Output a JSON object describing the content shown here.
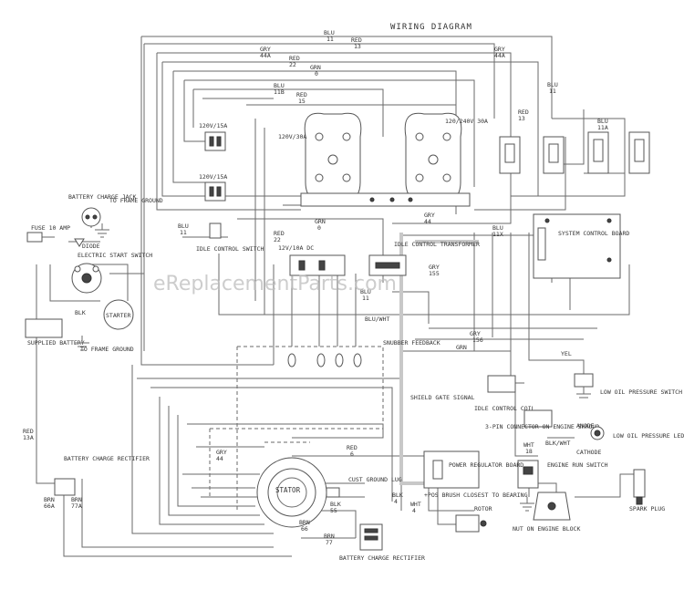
{
  "title": "WIRING DIAGRAM",
  "watermark": "eReplacementParts.com",
  "components": {
    "battery_charge_jack": "BATTERY CHARGE JACK",
    "frame_ground_top": "TO FRAME GROUND",
    "diode": "DIODE",
    "fuse": "FUSE 10 AMP",
    "electric_start_switch": "ELECTRIC START SWITCH",
    "starter": "STARTER",
    "supplied_battery": "SUPPLIED BATTERY",
    "frame_ground_low": "TO FRAME GROUND",
    "battery_charge_rectifier_left": "BATTERY CHARGE RECTIFIER",
    "receptacle_120v_top": "120V/15A",
    "receptacle_120v_mid": "120V/15A",
    "receptacle_120v_30a": "120V/30A",
    "receptacle_120_240": "120/240V 30A",
    "idle_control_switch": "IDLE CONTROL SWITCH",
    "idle_control_transformer": "IDLE CONTROL TRANSFORMER",
    "dc_12v": "12V/10A DC",
    "system_control_board": "SYSTEM CONTROL BOARD",
    "snubber_feedback": "SNUBBER FEEDBACK",
    "shield_gate_signal": "SHIELD GATE SIGNAL",
    "idle_control_coil": "IDLE CONTROL COIL",
    "pin3_connector": "3-PIN CONNECTOR ON ENGINE SHROUD",
    "low_oil_pressure_switch": "LOW OIL PRESSURE SWITCH",
    "low_oil_pressure_led": "LOW OIL PRESSURE LED",
    "anode": "ANODE",
    "cathode": "CATHODE",
    "engine_run_switch": "ENGINE RUN SWITCH",
    "stator": "STATOR",
    "rotor": "ROTOR",
    "power_regulator_board": "POWER REGULATOR BOARD",
    "pos_brush": "+POS BRUSH CLOSEST TO BEARING",
    "cust_ground_lug": "CUST GROUND LUG",
    "nut_on_engine_block": "NUT ON ENGINE BLOCK",
    "spark_plug": "SPARK PLUG",
    "battery_charge_rectifier_bottom": "BATTERY CHARGE RECTIFIER"
  },
  "wire_labels": [
    {
      "id": "w1",
      "text": "BLU"
    },
    {
      "id": "w2",
      "text": "11"
    },
    {
      "id": "w3",
      "text": "RED"
    },
    {
      "id": "w4",
      "text": "13"
    },
    {
      "id": "w5",
      "text": "GRY"
    },
    {
      "id": "w6",
      "text": "44A"
    },
    {
      "id": "w7",
      "text": "RED"
    },
    {
      "id": "w8",
      "text": "22"
    },
    {
      "id": "w9",
      "text": "GRN"
    },
    {
      "id": "w10",
      "text": "0"
    },
    {
      "id": "w11",
      "text": "BLU"
    },
    {
      "id": "w12",
      "text": "11B"
    },
    {
      "id": "w13",
      "text": "RED"
    },
    {
      "id": "w14",
      "text": "15"
    },
    {
      "id": "w15",
      "text": "GRY"
    },
    {
      "id": "w16",
      "text": "44A"
    },
    {
      "id": "w17",
      "text": "BLU"
    },
    {
      "id": "w18",
      "text": "11"
    },
    {
      "id": "w19",
      "text": "RED"
    },
    {
      "id": "w20",
      "text": "13"
    },
    {
      "id": "w21",
      "text": "BLU"
    },
    {
      "id": "w22",
      "text": "11A"
    },
    {
      "id": "w23",
      "text": "GRY"
    },
    {
      "id": "w24",
      "text": "44"
    },
    {
      "id": "w25",
      "text": "GRN"
    },
    {
      "id": "w26",
      "text": "0"
    },
    {
      "id": "w27",
      "text": "RED"
    },
    {
      "id": "w28",
      "text": "22"
    },
    {
      "id": "w29",
      "text": "BLU"
    },
    {
      "id": "w30",
      "text": "11X"
    },
    {
      "id": "w31",
      "text": "GRY"
    },
    {
      "id": "w32",
      "text": "156"
    },
    {
      "id": "w33",
      "text": "YEL"
    },
    {
      "id": "w34",
      "text": "BLU/WHT"
    },
    {
      "id": "w35",
      "text": "GRN"
    },
    {
      "id": "w36",
      "text": "BLK"
    },
    {
      "id": "w37",
      "text": "RED"
    },
    {
      "id": "w38",
      "text": "13A"
    },
    {
      "id": "w39",
      "text": "BRN"
    },
    {
      "id": "w40",
      "text": "66A"
    },
    {
      "id": "w41",
      "text": "BRN"
    },
    {
      "id": "w42",
      "text": "77A"
    },
    {
      "id": "w43",
      "text": "RED"
    },
    {
      "id": "w44",
      "text": "6"
    },
    {
      "id": "w45",
      "text": "GRY"
    },
    {
      "id": "w46",
      "text": "44"
    },
    {
      "id": "w47",
      "text": "BLK"
    },
    {
      "id": "w48",
      "text": "55"
    },
    {
      "id": "w49",
      "text": "WHT"
    },
    {
      "id": "w50",
      "text": "4"
    },
    {
      "id": "w51",
      "text": "BLK"
    },
    {
      "id": "w52",
      "text": "4"
    },
    {
      "id": "w53",
      "text": "BRN"
    },
    {
      "id": "w54",
      "text": "66"
    },
    {
      "id": "w55",
      "text": "BRN"
    },
    {
      "id": "w56",
      "text": "77"
    },
    {
      "id": "w57",
      "text": "BLK/WHT"
    },
    {
      "id": "w58",
      "text": "WHT"
    },
    {
      "id": "w59",
      "text": "18"
    },
    {
      "id": "w60",
      "text": "BLU"
    },
    {
      "id": "w61",
      "text": "11"
    },
    {
      "id": "w62",
      "text": "GRY"
    },
    {
      "id": "w63",
      "text": "155"
    },
    {
      "id": "w64",
      "text": "BLU"
    },
    {
      "id": "w65",
      "text": "11"
    }
  ]
}
